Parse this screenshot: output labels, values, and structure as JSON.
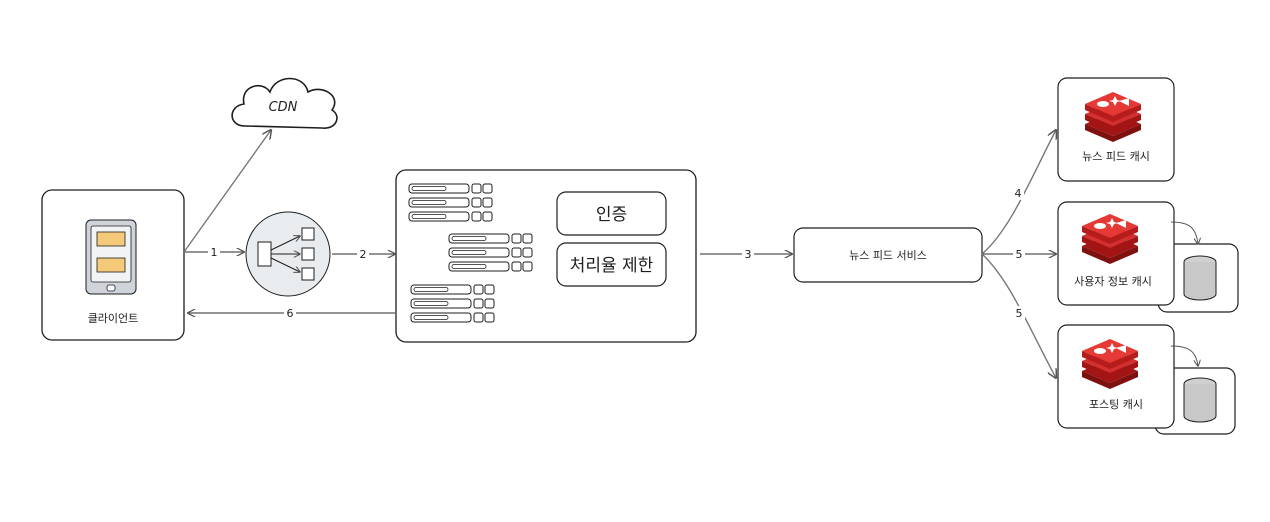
{
  "cdn": {
    "label": "CDN"
  },
  "client": {
    "label": "클라이언트"
  },
  "gateway": {
    "auth_label": "인증",
    "rate_limit_label": "처리율 제한"
  },
  "news_feed_service": {
    "label": "뉴스 피드 서비스"
  },
  "caches": {
    "news_feed": "뉴스 피드 캐시",
    "user_info": "사용자 정보 캐시",
    "post": "포스팅 캐시"
  },
  "edges": {
    "e1": "1",
    "e2": "2",
    "e3": "3",
    "e4": "4",
    "e5a": "5",
    "e5b": "5",
    "e6": "6"
  },
  "colors": {
    "stroke": "#1e1e1e",
    "redis": "#c62828",
    "balancer_fill": "#e9ecef",
    "phone_screen": "#f5c97a"
  }
}
